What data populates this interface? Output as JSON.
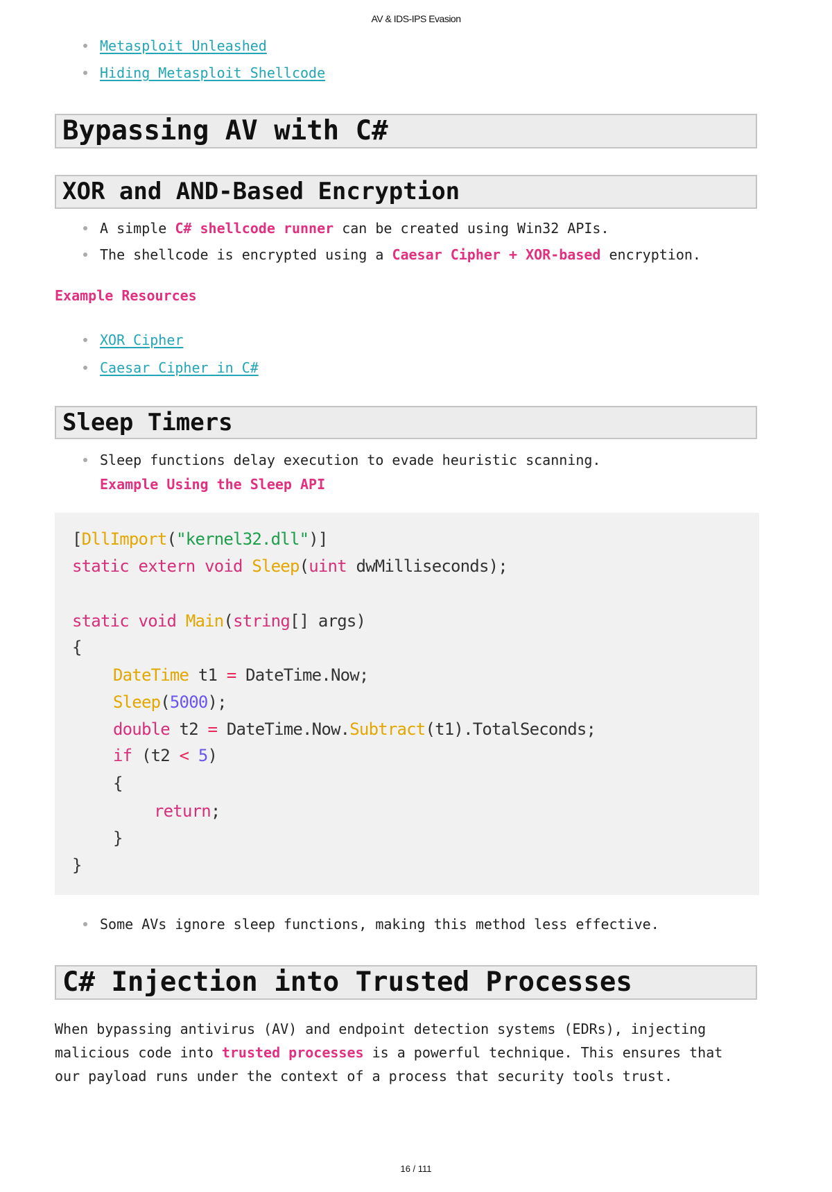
{
  "header": "AV & IDS-IPS Evasion",
  "footer": "16 / 111",
  "top_links": [
    "Metasploit Unleashed",
    "Hiding Metasploit Shellcode"
  ],
  "h1": "Bypassing AV with C#",
  "h2_xor": "XOR and AND-Based Encryption",
  "xor_bullets": {
    "b1": {
      "pre": "A simple ",
      "hl": "C# shellcode runner",
      "post": " can be created using Win32 APIs."
    },
    "b2": {
      "pre": "The shellcode is encrypted using a ",
      "hl": "Caesar Cipher + XOR-based",
      "post": " encryption."
    }
  },
  "example_resources": "Example Resources",
  "resource_links": [
    "XOR Cipher",
    "Caesar Cipher in C#"
  ],
  "h2_sleep": "Sleep Timers",
  "sleep_bullet": "Sleep functions delay execution to evade heuristic scanning.",
  "sleep_example": "Example Using the Sleep API",
  "code": {
    "l1": [
      "[",
      "DllImport",
      "(",
      "\"kernel32.dll\"",
      ")]"
    ],
    "l2": [
      "static extern void",
      " ",
      "Sleep",
      "(",
      "uint",
      " dwMilliseconds);"
    ],
    "l3": [
      "static void",
      " ",
      "Main",
      "(",
      "string",
      "[] args)"
    ],
    "l4": "{",
    "l5": [
      "DateTime",
      " t1 ",
      "=",
      " DateTime.Now;"
    ],
    "l6": [
      "Sleep",
      "(",
      "5000",
      ");"
    ],
    "l7": [
      "double",
      " t2 ",
      "=",
      " DateTime.Now.",
      "Subtract",
      "(t1).TotalSeconds;"
    ],
    "l8": [
      "if",
      " (t2 ",
      "<",
      " ",
      "5",
      ")"
    ],
    "l9": "{",
    "l10": [
      "return",
      ";"
    ],
    "l11": "}",
    "l12": "}"
  },
  "sleep_note": "Some AVs ignore sleep functions, making this method less effective.",
  "h2_injection": "C# Injection into Trusted Processes",
  "injection_para": {
    "line1": "When bypassing antivirus (AV) and endpoint detection systems (EDRs), injecting",
    "line2_pre": "malicious code into ",
    "line2_hl": "trusted processes",
    "line2_post": " is a powerful technique. This ensures that",
    "line3": "our payload runs under the context of a process that security tools trust."
  }
}
